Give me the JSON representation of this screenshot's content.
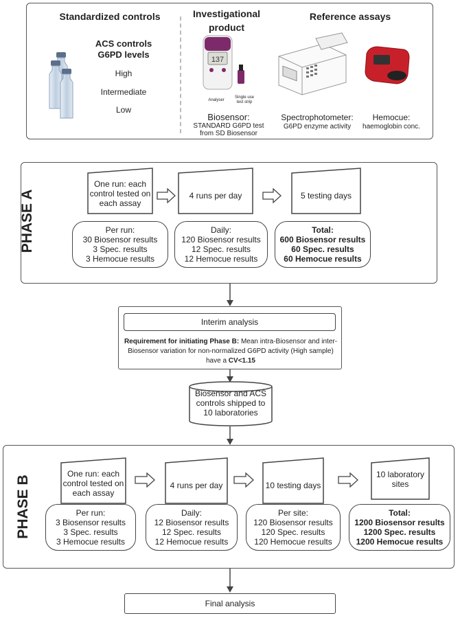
{
  "top": {
    "controls": {
      "heading": "Standardized controls",
      "subheading_line1": "ACS controls",
      "subheading_line2": "G6PD levels",
      "levels": [
        "High",
        "Intermediate",
        "Low"
      ]
    },
    "product": {
      "heading_line1": "Investigational",
      "heading_line2": "product",
      "analyser_label": "Analyser",
      "strip_label_line1": "Single use",
      "strip_label_line2": "test strip",
      "device_readout": "137",
      "title": "Biosensor:",
      "caption_line1": "STANDARD G6PD test",
      "caption_line2": "from SD Biosensor"
    },
    "reference": {
      "heading": "Reference assays",
      "spectro_title": "Spectrophotometer:",
      "spectro_caption": "G6PD enzyme activity",
      "hemocue_title": "Hemocue:",
      "hemocue_caption": "haemoglobin conc."
    }
  },
  "phase_a": {
    "label": "PHASE A",
    "steps": [
      {
        "lines": [
          "One run: each",
          "control tested on",
          "each assay"
        ]
      },
      {
        "lines": [
          "4 runs per day"
        ]
      },
      {
        "lines": [
          "5 testing days"
        ]
      }
    ],
    "results": [
      {
        "lines": [
          "Per run:",
          "30 Biosensor results",
          "3 Spec. results",
          "3 Hemocue results"
        ],
        "bold": false
      },
      {
        "lines": [
          "Daily:",
          "120 Biosensor results",
          "12 Spec. results",
          "12 Hemocue results"
        ],
        "bold": false
      },
      {
        "lines": [
          "Total:",
          "600 Biosensor results",
          "60 Spec. results",
          "60 Hemocue results"
        ],
        "bold": true
      }
    ]
  },
  "interim": {
    "title": "Interim analysis",
    "req_bold": "Requirement for initiating Phase B:",
    "req_text": " Mean intra-Biosensor and inter-Biosensor variation for non-normalized G6PD activity (High sample) have a ",
    "req_cv": "CV<1.15"
  },
  "shipping": {
    "lines": [
      "Biosensor and ACS",
      "controls shipped to",
      "10 laboratories"
    ]
  },
  "phase_b": {
    "label": "PHASE B",
    "steps": [
      {
        "lines": [
          "One run: each",
          "control tested on",
          "each assay"
        ]
      },
      {
        "lines": [
          "4 runs per day"
        ]
      },
      {
        "lines": [
          "10 testing days"
        ]
      },
      {
        "lines": [
          "10 laboratory",
          "sites"
        ]
      }
    ],
    "results": [
      {
        "lines": [
          "Per run:",
          "3 Biosensor results",
          "3 Spec. results",
          "3 Hemocue results"
        ],
        "bold": false
      },
      {
        "lines": [
          "Daily:",
          "12 Biosensor results",
          "12 Spec. results",
          "12 Hemocue results"
        ],
        "bold": false
      },
      {
        "lines": [
          "Per site:",
          "120 Biosensor results",
          "120 Spec. results",
          "120 Hemocue results"
        ],
        "bold": false
      },
      {
        "lines": [
          "Total:",
          "1200 Biosensor results",
          "1200 Spec. results",
          "1200 Hemocue results"
        ],
        "bold": true
      }
    ]
  },
  "final": {
    "title": "Final analysis"
  },
  "colors": {
    "stroke": "#444444",
    "vial_glass": "#cfdbe8",
    "vial_cap": "#5b6f8c",
    "device_purple": "#7d2a6a",
    "hemocue_red": "#c8202a"
  }
}
